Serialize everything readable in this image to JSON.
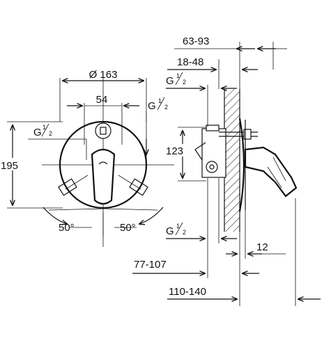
{
  "front_view": {
    "diameter_label": "Ø 163",
    "inner_width_label": "54",
    "height_label": "195",
    "thread_left_base": "G",
    "thread_left_num": "1",
    "thread_left_den": "2",
    "thread_right_base": "G",
    "thread_right_num": "1",
    "thread_right_den": "2",
    "angle_left": "50°",
    "angle_right": "50°"
  },
  "side_view": {
    "total_depth_label": "63-93",
    "body_depth_label": "18-48",
    "thread_top_base": "G",
    "thread_top_num": "1",
    "thread_top_den": "2",
    "valve_height_label": "123",
    "thread_bottom_base": "G",
    "thread_bottom_num": "1",
    "thread_bottom_den": "2",
    "plate_label": "12",
    "install_depth_label": "77-107",
    "overall_label": "110-140"
  },
  "colors": {
    "ink": "#111111",
    "paper": "#ffffff"
  }
}
